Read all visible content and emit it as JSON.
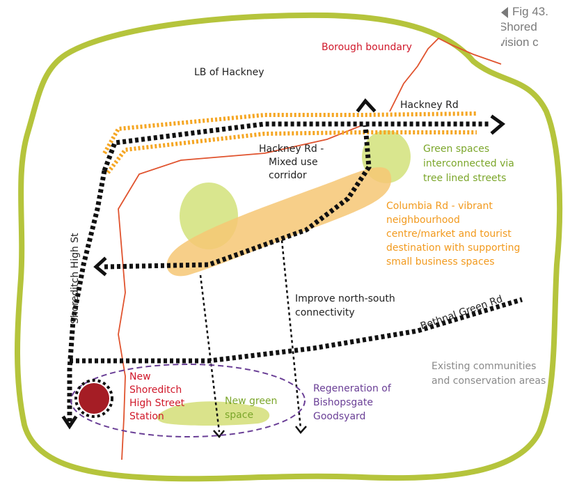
{
  "caption": {
    "line1": "Fig 43.",
    "line2": "Shored",
    "line3": "vision c"
  },
  "labels": {
    "borough_boundary": "Borough boundary",
    "lb_hackney": "LB of Hackney",
    "hackney_rd": "Hackney Rd",
    "corridor": [
      "Hackney Rd -",
      "Mixed use",
      "corridor"
    ],
    "green_spaces": [
      "Green spaces",
      "interconnected via",
      "tree lined streets"
    ],
    "columbia": [
      "Columbia Rd - vibrant",
      "neighbourhood",
      "centre/market and tourist",
      "destination with supporting",
      "small business spaces"
    ],
    "shoreditch_high_st": "Shoreditch High St",
    "north_south": [
      "Improve north-south",
      "connectivity"
    ],
    "bethnal_green_rd": "Bethnal Green Rd",
    "existing": [
      "Existing communities",
      "and conservation areas"
    ],
    "new_station": [
      "New",
      "Shoreditch",
      "High Street",
      "Station"
    ],
    "new_green_space": [
      "New green",
      "space"
    ],
    "bishopsgate": [
      "Regeneration of",
      "Bishopsgate",
      "Goodsyard"
    ]
  },
  "colors": {
    "boundary_green": "#b5c43c",
    "borough_red": "#e0532e",
    "label_red": "#d0182a",
    "label_green": "#7ba62a",
    "label_orange": "#f29a1e",
    "label_purple": "#6a3f96",
    "label_grey": "#8a8a8a",
    "road_black": "#111111",
    "corridor_orange": "#f5a623",
    "green_fill": "#c9dc6c",
    "orange_fill": "#f5c26b",
    "station_red": "#a51d25"
  }
}
